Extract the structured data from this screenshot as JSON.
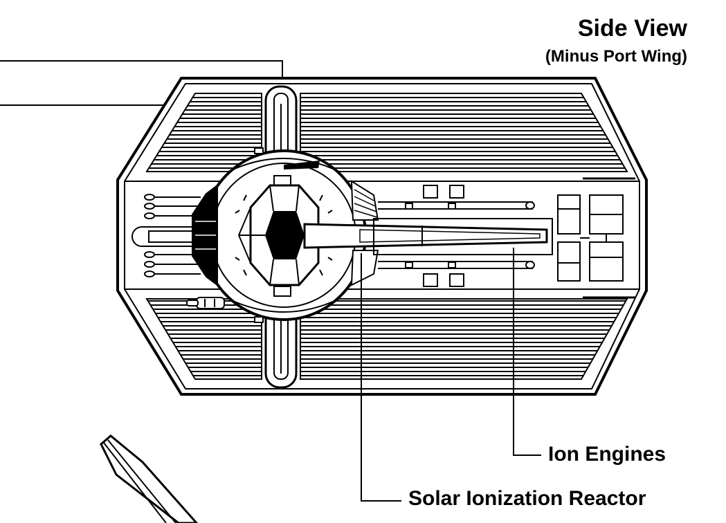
{
  "header": {
    "title": "Side View",
    "subtitle": "(Minus Port Wing)"
  },
  "callouts": {
    "ion_engines": "Ion Engines",
    "reactor": "Solar Ionization Reactor"
  },
  "colors": {
    "ink": "#000000",
    "paper": "#ffffff"
  }
}
